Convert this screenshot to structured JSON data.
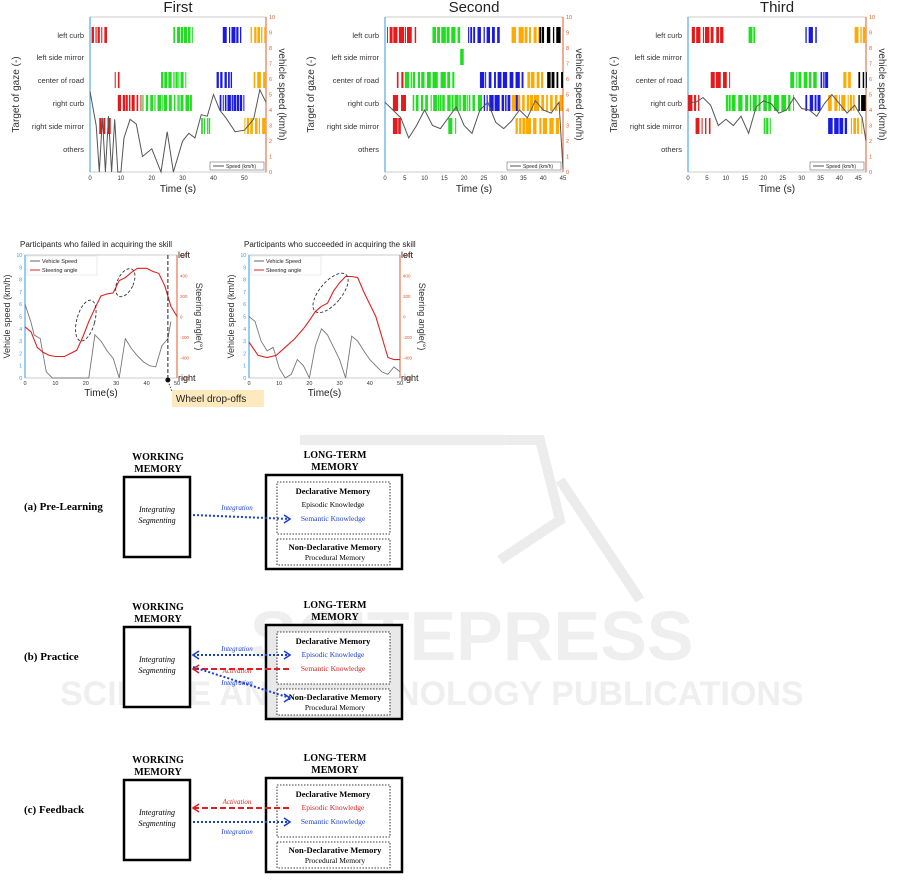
{
  "gaze_charts": {
    "titles": [
      "First",
      "Second",
      "Third"
    ],
    "ylabel_left": "Target of gaze (-)",
    "ylabel_right": "vehicle speed (km/h)",
    "xlabel": "Time (s)",
    "categories": [
      "left curb",
      "left side mirror",
      "center of road",
      "right curb",
      "right side mirror",
      "others"
    ],
    "legend": "Speed (km/h)",
    "colors": {
      "red": "#e41a1c",
      "green": "#22dd22",
      "blue": "#1a1ae0",
      "orange": "#ffaa00",
      "black": "#000000",
      "grey": "#555555"
    }
  },
  "chart_data": [
    {
      "type": "line",
      "title": "First",
      "xlabel": "Time (s)",
      "ylabel": "vehicle speed (km/h)",
      "xlim": [
        0,
        57
      ],
      "ylim": [
        0,
        10
      ],
      "x_ticks": [
        0,
        10,
        20,
        30,
        40,
        50
      ],
      "y_ticks_right": [
        0,
        1,
        2,
        3,
        4,
        5,
        6,
        7,
        8,
        9,
        10
      ],
      "series": [
        {
          "name": "Speed (km/h)",
          "x": [
            0,
            2,
            3,
            4,
            5,
            6,
            7,
            8,
            9,
            10,
            11,
            13,
            15,
            17,
            20,
            23,
            25,
            27,
            30,
            32,
            34,
            36,
            38,
            40,
            42,
            44,
            47,
            50,
            53,
            55,
            57
          ],
          "y": [
            5.2,
            3.0,
            0,
            3.5,
            0,
            3.6,
            0,
            3.4,
            0,
            0,
            2.2,
            3.4,
            3.1,
            1.0,
            1.5,
            0,
            2.6,
            0,
            2.0,
            2.5,
            2.2,
            3.7,
            3.6,
            5.0,
            4.0,
            3.5,
            2.6,
            2.7,
            3.4,
            5.3,
            4.5
          ]
        }
      ],
      "gaze_events": {
        "left curb": [
          [
            "red",
            0.5,
            5.5
          ],
          [
            "green",
            27,
            33
          ],
          [
            "blue",
            43,
            49
          ],
          [
            "orange",
            52,
            57
          ]
        ],
        "center of road": [
          [
            "red",
            8,
            10
          ],
          [
            "green",
            23,
            31
          ],
          [
            "blue",
            41,
            46
          ],
          [
            "orange",
            53,
            57
          ]
        ],
        "right curb": [
          [
            "red",
            9,
            17
          ],
          [
            "green",
            17,
            33
          ],
          [
            "blue",
            42,
            50
          ]
        ],
        "right side mirror": [
          [
            "red",
            3,
            7
          ],
          [
            "green",
            36,
            39
          ],
          [
            "orange",
            50,
            57
          ]
        ]
      }
    },
    {
      "type": "line",
      "title": "Second",
      "xlabel": "Time (s)",
      "ylabel": "vehicle speed (km/h)",
      "xlim": [
        0,
        45
      ],
      "ylim": [
        0,
        10
      ],
      "x_ticks": [
        0,
        5,
        10,
        15,
        20,
        25,
        30,
        35,
        40,
        45
      ],
      "y_ticks_right": [
        0,
        1,
        2,
        3,
        4,
        5,
        6,
        7,
        8,
        9,
        10
      ],
      "series": [
        {
          "name": "Speed (km/h)",
          "x": [
            0,
            2,
            4,
            6,
            8,
            10,
            12,
            14,
            16,
            18,
            20,
            22,
            24,
            26,
            28,
            30,
            32,
            34,
            36,
            38,
            40,
            42,
            44,
            45
          ],
          "y": [
            4.5,
            4.0,
            3.5,
            2.2,
            3.0,
            4.0,
            3.0,
            2.8,
            3.5,
            4.2,
            3.0,
            2.5,
            4.0,
            4.5,
            3.2,
            2.8,
            3.3,
            4.0,
            3.5,
            4.6,
            4.0,
            3.8,
            4.5,
            0.2
          ]
        }
      ],
      "gaze_events": {
        "left curb": [
          [
            "red",
            0.5,
            8
          ],
          [
            "green",
            12,
            19
          ],
          [
            "blue",
            21,
            29
          ],
          [
            "orange",
            32,
            39
          ],
          [
            "black",
            39,
            45
          ]
        ],
        "left side mirror": [
          [
            "green",
            19,
            20
          ]
        ],
        "center of road": [
          [
            "red",
            3,
            6
          ],
          [
            "green",
            5,
            18
          ],
          [
            "blue",
            24,
            35
          ],
          [
            "orange",
            36,
            40
          ],
          [
            "black",
            41,
            45
          ]
        ],
        "right curb": [
          [
            "red",
            2,
            6
          ],
          [
            "green",
            7,
            25
          ],
          [
            "blue",
            25,
            34
          ],
          [
            "orange",
            32,
            45
          ]
        ],
        "right side mirror": [
          [
            "red",
            2,
            4
          ],
          [
            "green",
            16,
            18
          ],
          [
            "orange",
            33,
            44
          ]
        ]
      }
    },
    {
      "type": "line",
      "title": "Third",
      "xlabel": "Time (s)",
      "ylabel": "vehicle speed (km/h)",
      "xlim": [
        0,
        47
      ],
      "ylim": [
        0,
        10
      ],
      "x_ticks": [
        0,
        5,
        10,
        15,
        20,
        25,
        30,
        35,
        40,
        45
      ],
      "y_ticks_right": [
        0,
        1,
        2,
        3,
        4,
        5,
        6,
        7,
        8,
        9,
        10
      ],
      "series": [
        {
          "name": "Speed (km/h)",
          "x": [
            0,
            2,
            4,
            6,
            8,
            10,
            12,
            14,
            16,
            18,
            20,
            22,
            24,
            26,
            28,
            30,
            32,
            34,
            36,
            38,
            40,
            42,
            44,
            46,
            47
          ],
          "y": [
            4.5,
            4.5,
            4.8,
            4.3,
            3.0,
            3.4,
            3.0,
            3.6,
            2.5,
            4.2,
            4.6,
            4.4,
            3.8,
            4.0,
            4.8,
            4.1,
            4.0,
            3.6,
            4.4,
            5.0,
            4.4,
            3.8,
            4.3,
            3.5,
            2.0
          ]
        }
      ],
      "gaze_events": {
        "left curb": [
          [
            "red",
            1,
            10
          ],
          [
            "green",
            16,
            18
          ],
          [
            "blue",
            31,
            34
          ],
          [
            "orange",
            44,
            47
          ]
        ],
        "center of road": [
          [
            "red",
            6,
            11
          ],
          [
            "green",
            27,
            34
          ],
          [
            "blue",
            35,
            37
          ],
          [
            "orange",
            41,
            43
          ],
          [
            "black",
            45,
            47
          ]
        ],
        "right curb": [
          [
            "red",
            0,
            3
          ],
          [
            "green",
            10,
            28
          ],
          [
            "blue",
            31,
            35
          ],
          [
            "orange",
            37,
            44
          ],
          [
            "black",
            45,
            47
          ]
        ],
        "right side mirror": [
          [
            "red",
            2,
            6
          ],
          [
            "green",
            20,
            22
          ],
          [
            "blue",
            37,
            42
          ],
          [
            "orange",
            43,
            46
          ]
        ]
      }
    },
    {
      "type": "line",
      "title": "Participants who failed in acquiring the skill",
      "xlabel": "Time(s)",
      "ylabel": "Vehicle speed (km/h)",
      "ylabel_right": "Steering angle(°)",
      "xlim": [
        0,
        50
      ],
      "ylim": [
        0,
        10
      ],
      "ylim_right": [
        -600,
        600
      ],
      "x_ticks": [
        0,
        10,
        20,
        30,
        40,
        50
      ],
      "y_ticks": [
        0,
        1,
        2,
        3,
        4,
        5,
        6,
        7,
        8,
        9,
        10
      ],
      "y_ticks_right": [
        -600,
        -400,
        -200,
        0,
        200,
        400,
        600
      ],
      "right_top_label": "left",
      "right_bottom_label": "right",
      "annotation": "Wheel drop-offs",
      "series": [
        {
          "name": "Vehicle Speed",
          "x": [
            0,
            2,
            3,
            5,
            7,
            9,
            11,
            13,
            15,
            17,
            19,
            21,
            23,
            25,
            27,
            29,
            31,
            33,
            35,
            37,
            39,
            41,
            43,
            45,
            47,
            48
          ],
          "y": [
            6.0,
            4.5,
            3.5,
            3.2,
            0.5,
            0,
            0,
            0,
            0,
            0,
            0,
            0,
            3.5,
            3.0,
            2.2,
            1.6,
            0,
            3.2,
            2.4,
            1.8,
            1.3,
            1.0,
            0.9,
            2.6,
            3.2,
            4.6
          ]
        },
        {
          "name": "Steering angle",
          "x": [
            0,
            2,
            4,
            6,
            8,
            10,
            13,
            17,
            19,
            21,
            23,
            25,
            27,
            29,
            31,
            33,
            35,
            37,
            40,
            42,
            44,
            46,
            48,
            50
          ],
          "y": [
            -100,
            -150,
            -300,
            -350,
            -380,
            -390,
            -390,
            -330,
            -200,
            -50,
            80,
            200,
            220,
            230,
            350,
            380,
            430,
            470,
            470,
            440,
            420,
            300,
            100,
            0
          ]
        }
      ]
    },
    {
      "type": "line",
      "title": "Participants who succeeded in acquiring the skill",
      "xlabel": "Time(s)",
      "ylabel": "Vehicle speed (km/h)",
      "ylabel_right": "Steering angle(°)",
      "xlim": [
        0,
        50
      ],
      "ylim": [
        0,
        10
      ],
      "ylim_right": [
        -600,
        600
      ],
      "x_ticks": [
        0,
        10,
        20,
        30,
        40,
        50
      ],
      "y_ticks": [
        0,
        1,
        2,
        3,
        4,
        5,
        6,
        7,
        8,
        9,
        10
      ],
      "y_ticks_right": [
        -600,
        -400,
        -200,
        0,
        200,
        400,
        600
      ],
      "right_top_label": "left",
      "right_bottom_label": "right",
      "series": [
        {
          "name": "Vehicle Speed",
          "x": [
            0,
            2,
            4,
            6,
            8,
            10,
            12,
            14,
            16,
            18,
            20,
            22,
            24,
            26,
            28,
            30,
            32,
            34,
            36,
            38,
            40,
            42,
            44,
            46,
            48,
            50
          ],
          "y": [
            5.0,
            4.6,
            3.0,
            2.2,
            2.5,
            0.8,
            0,
            0.3,
            1.5,
            1.0,
            0,
            2.6,
            4.0,
            3.5,
            2.5,
            1.5,
            0,
            3.4,
            3.0,
            2.2,
            1.5,
            1.0,
            0.5,
            0.3,
            0.9,
            0.5
          ]
        },
        {
          "name": "Steering angle",
          "x": [
            0,
            3,
            6,
            9,
            12,
            15,
            18,
            20,
            22,
            24,
            26,
            28,
            30,
            32,
            34,
            36,
            38,
            40,
            42,
            44,
            46,
            48,
            50
          ],
          "y": [
            -250,
            -380,
            -400,
            -380,
            -300,
            -220,
            -120,
            -40,
            50,
            100,
            130,
            250,
            330,
            390,
            390,
            380,
            240,
            120,
            0,
            -200,
            -400,
            -420,
            -420
          ]
        }
      ]
    }
  ],
  "memory_diagrams": [
    {
      "label": "(a)  Pre-Learning",
      "wm_title": "WORKING MEMORY",
      "wm_text": [
        "Integrating",
        "Segmenting"
      ],
      "ltm_title": "LONG-TERM MEMORY",
      "declarative_title": "Declarative Memory",
      "episodic": "Episodic Knowledge",
      "semantic": "Semantic Knowledge",
      "nondeclarative_title": "Non-Declarative Memory",
      "procedural": "Procedural Memory",
      "arrows": [
        {
          "label": "Integration",
          "color": "#1a3fd6",
          "direction": "to-ltm",
          "target": "semantic"
        }
      ]
    },
    {
      "label": "(b) Practice",
      "wm_title": "WORKING MEMORY",
      "wm_text": [
        "Integrating",
        "Segmenting"
      ],
      "ltm_title": "LONG-TERM MEMORY",
      "declarative_title": "Declarative Memory",
      "episodic": "Episodic Knowledge",
      "semantic": "Semantic Knowledge",
      "nondeclarative_title": "Non-Declarative Memory",
      "procedural": "Procedural Memory",
      "arrows": [
        {
          "label": "Integration",
          "color": "#1a3fd6",
          "direction": "both",
          "target": "episodic"
        },
        {
          "label": "Activation",
          "color": "#e02020",
          "direction": "to-wm",
          "target": "semantic"
        },
        {
          "label": "Integration",
          "color": "#1a3fd6",
          "direction": "to-ltm",
          "target": "nondeclarative"
        }
      ]
    },
    {
      "label": "(c) Feedback",
      "wm_title": "WORKING MEMORY",
      "wm_text": [
        "Integrating",
        "Segmenting"
      ],
      "ltm_title": "LONG-TERM MEMORY",
      "declarative_title": "Declarative Memory",
      "episodic": "Episodic Knowledge",
      "semantic": "Semantic Knowledge",
      "nondeclarative_title": "Non-Declarative Memory",
      "procedural": "Procedural Memory",
      "arrows": [
        {
          "label": "Activation",
          "color": "#e02020",
          "direction": "to-wm",
          "target": "episodic"
        },
        {
          "label": "Integration",
          "color": "#1a3fd6",
          "direction": "to-ltm",
          "target": "semantic"
        }
      ]
    }
  ],
  "watermark": "SCITEPRESS SCIENCE AND TECHNOLOGY PUBLICATIONS"
}
